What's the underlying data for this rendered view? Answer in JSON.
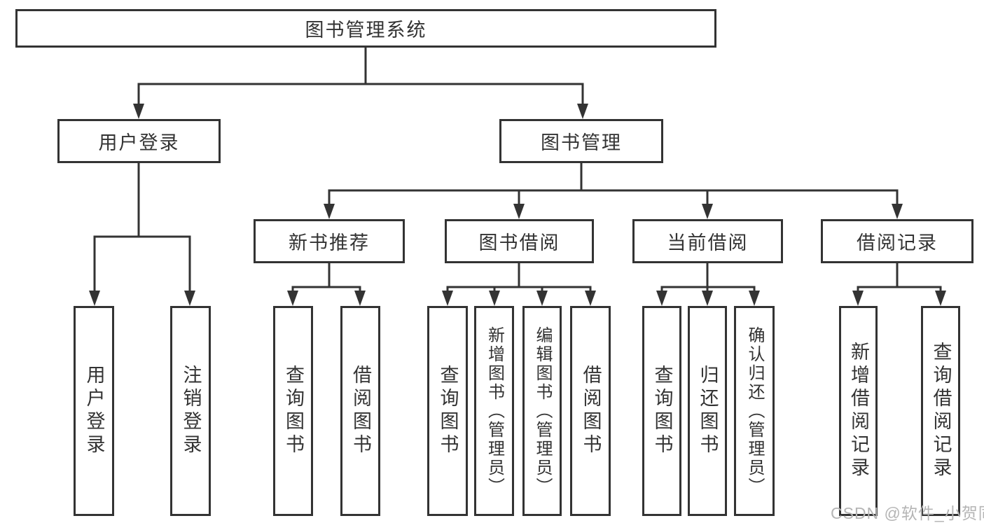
{
  "tree": {
    "root": {
      "label": "图书管理系统"
    },
    "branches": [
      {
        "label": "用户登录",
        "children": [
          {
            "label": "用户登录"
          },
          {
            "label": "注销登录"
          }
        ]
      },
      {
        "label": "图书管理",
        "children": [
          {
            "label": "新书推荐",
            "children": [
              {
                "label": "查询图书"
              },
              {
                "label": "借阅图书"
              }
            ]
          },
          {
            "label": "图书借阅",
            "children": [
              {
                "label": "查询图书"
              },
              {
                "label": "新增图书（管理员）"
              },
              {
                "label": "编辑图书（管理员）"
              },
              {
                "label": "借阅图书"
              }
            ]
          },
          {
            "label": "当前借阅",
            "children": [
              {
                "label": "查询图书"
              },
              {
                "label": "归还图书"
              },
              {
                "label": "确认归还（管理员）"
              }
            ]
          },
          {
            "label": "借阅记录",
            "children": [
              {
                "label": "新增借阅记录"
              },
              {
                "label": "查询借阅记录"
              }
            ]
          }
        ]
      }
    ]
  },
  "watermark": {
    "text": "CSDN @软件_小贺同学"
  },
  "colors": {
    "line": "#333333",
    "box_border": "#333333",
    "text": "#333333",
    "watermark": "#b5b5b5",
    "background": "#ffffff"
  }
}
